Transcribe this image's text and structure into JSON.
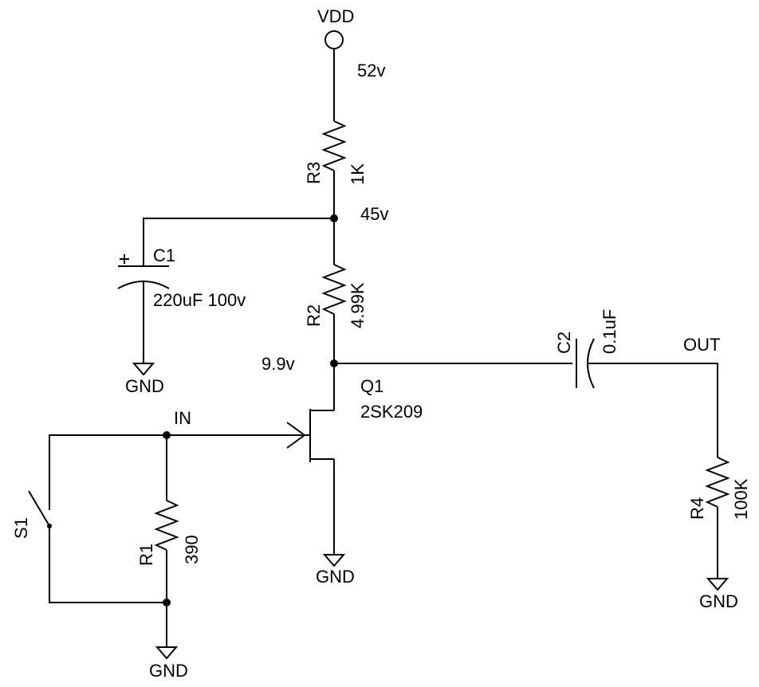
{
  "nodes": {
    "vdd": "VDD",
    "vdd_voltage": "52v",
    "mid_voltage": "45v",
    "drain_voltage": "9.9v",
    "input": "IN",
    "output": "OUT"
  },
  "components": {
    "r3": {
      "ref": "R3",
      "value": "1K"
    },
    "r2": {
      "ref": "R2",
      "value": "4.99K"
    },
    "r1": {
      "ref": "R1",
      "value": "390"
    },
    "r4": {
      "ref": "R4",
      "value": "100K"
    },
    "c1": {
      "ref": "C1",
      "value": "220uF 100v",
      "polarity": "+"
    },
    "c2": {
      "ref": "C2",
      "value": "0.1uF"
    },
    "q1": {
      "ref": "Q1",
      "value": "2SK209"
    },
    "s1": {
      "ref": "S1"
    }
  },
  "grounds": {
    "gnd_c1": "GND",
    "gnd_q1": "GND",
    "gnd_r1": "GND",
    "gnd_r4": "GND"
  }
}
